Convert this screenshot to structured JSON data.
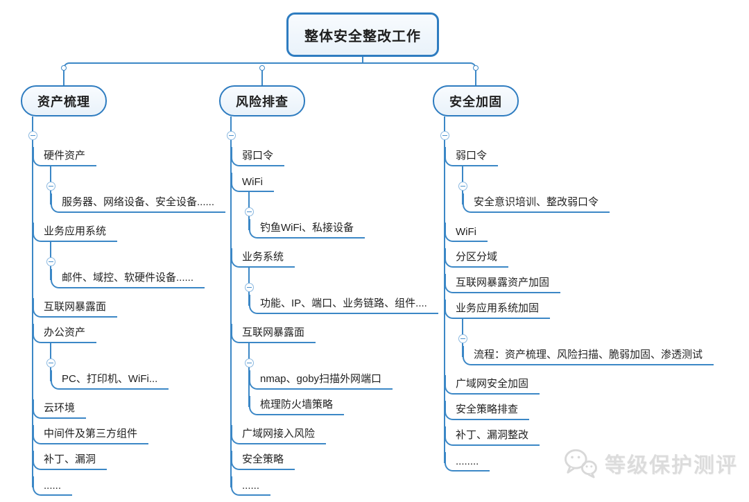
{
  "root": {
    "label": "整体安全整改工作"
  },
  "branches": [
    {
      "label": "资产梳理",
      "items": [
        {
          "label": "硬件资产",
          "children": [
            {
              "label": "服务器、网络设备、安全设备......"
            }
          ]
        },
        {
          "label": "业务应用系统",
          "children": [
            {
              "label": "邮件、域控、软硬件设备......"
            }
          ]
        },
        {
          "label": "互联网暴露面"
        },
        {
          "label": "办公资产",
          "children": [
            {
              "label": "PC、打印机、WiFi..."
            }
          ]
        },
        {
          "label": "云环境"
        },
        {
          "label": "中间件及第三方组件"
        },
        {
          "label": "补丁、漏洞"
        },
        {
          "label": "......"
        }
      ]
    },
    {
      "label": "风险排查",
      "items": [
        {
          "label": "弱口令"
        },
        {
          "label": "WiFi",
          "children": [
            {
              "label": "钓鱼WiFi、私接设备"
            }
          ]
        },
        {
          "label": "业务系统",
          "children": [
            {
              "label": "功能、IP、端口、业务链路、组件...."
            }
          ]
        },
        {
          "label": "互联网暴露面",
          "children": [
            {
              "label": "nmap、goby扫描外网端口"
            },
            {
              "label": "梳理防火墙策略"
            }
          ]
        },
        {
          "label": "广域网接入风险"
        },
        {
          "label": "安全策略"
        },
        {
          "label": "......"
        }
      ]
    },
    {
      "label": "安全加固",
      "items": [
        {
          "label": "弱口令",
          "children": [
            {
              "label": "安全意识培训、整改弱口令"
            }
          ]
        },
        {
          "label": "WiFi"
        },
        {
          "label": "分区分域"
        },
        {
          "label": "互联网暴露资产加固"
        },
        {
          "label": "业务应用系统加固",
          "children": [
            {
              "label": "流程：资产梳理、风险扫描、脆弱加固、渗透测试"
            }
          ]
        },
        {
          "label": "广域网安全加固"
        },
        {
          "label": "安全策略排查"
        },
        {
          "label": "补丁、漏洞整改"
        },
        {
          "label": "........"
        }
      ]
    }
  ],
  "watermark": {
    "label": "等级保护测评",
    "icon": "wechat-icon"
  },
  "icons": {
    "collapse": "minus-circle"
  },
  "colors": {
    "line": "#3b87c6",
    "node_border": "#2e7cc0",
    "node_fill_top": "#f8fbfe",
    "node_fill_bottom": "#e9f2fa",
    "text": "#1f1f1f",
    "collapse_border": "#8ab8e0",
    "collapse_glyph": "#4a90cc",
    "watermark": "#dcdcdc"
  }
}
